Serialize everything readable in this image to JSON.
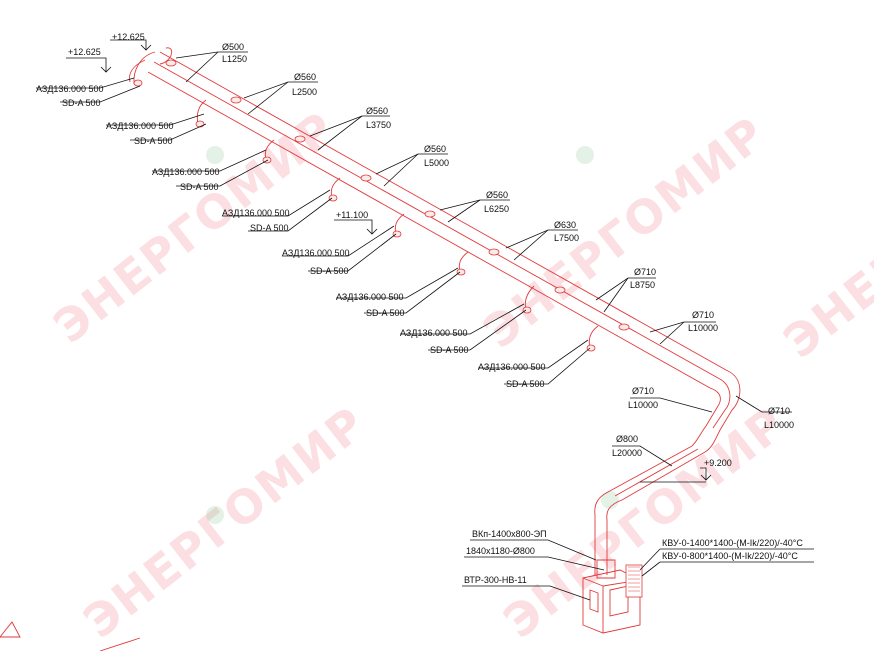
{
  "watermark": "ЭНЕРГОМИР",
  "elevations": {
    "e1": "+12.625",
    "e2": "+12.625",
    "e3": "+11.100",
    "e4": "+9.200"
  },
  "duct_sections": [
    {
      "diameter": "Ø500",
      "length": "L1250"
    },
    {
      "diameter": "Ø560",
      "length": "L2500"
    },
    {
      "diameter": "Ø560",
      "length": "L3750"
    },
    {
      "diameter": "Ø560",
      "length": "L5000"
    },
    {
      "diameter": "Ø560",
      "length": "L6250"
    },
    {
      "diameter": "Ø630",
      "length": "L7500"
    },
    {
      "diameter": "Ø710",
      "length": "L8750"
    },
    {
      "diameter": "Ø710",
      "length": "L10000"
    },
    {
      "diameter": "Ø710",
      "length": "L10000"
    },
    {
      "diameter": "Ø710",
      "length": "L10000"
    },
    {
      "diameter": "Ø800",
      "length": "L20000"
    }
  ],
  "diffusers": [
    {
      "type": "АЗД136.000 500",
      "model": "SD-A 500"
    },
    {
      "type": "АЗД136.000 500",
      "model": "SD-A 500"
    },
    {
      "type": "АЗД136.000 500",
      "model": "SD-A 500"
    },
    {
      "type": "АЗД136.000 500",
      "model": "SD-A 500"
    },
    {
      "type": "АЗД136.000 500",
      "model": "SD-A 500"
    },
    {
      "type": "АЗД136.000 500",
      "model": "SD-A 500"
    },
    {
      "type": "АЗД136.000 500",
      "model": "SD-A 500"
    },
    {
      "type": "АЗД136.000 500",
      "model": "SD-A 500"
    }
  ],
  "equipment": {
    "valve": "ВКп-1400х800-ЭП",
    "transition": "1840х1180-Ø800",
    "fan": "ВТР-300-НВ-11",
    "heater1": "КВУ-0-1400*1400-(M-Ik/220)/-40°C",
    "heater2": "КВУ-0-800*1400-(M-Ik/220)/-40°C"
  }
}
